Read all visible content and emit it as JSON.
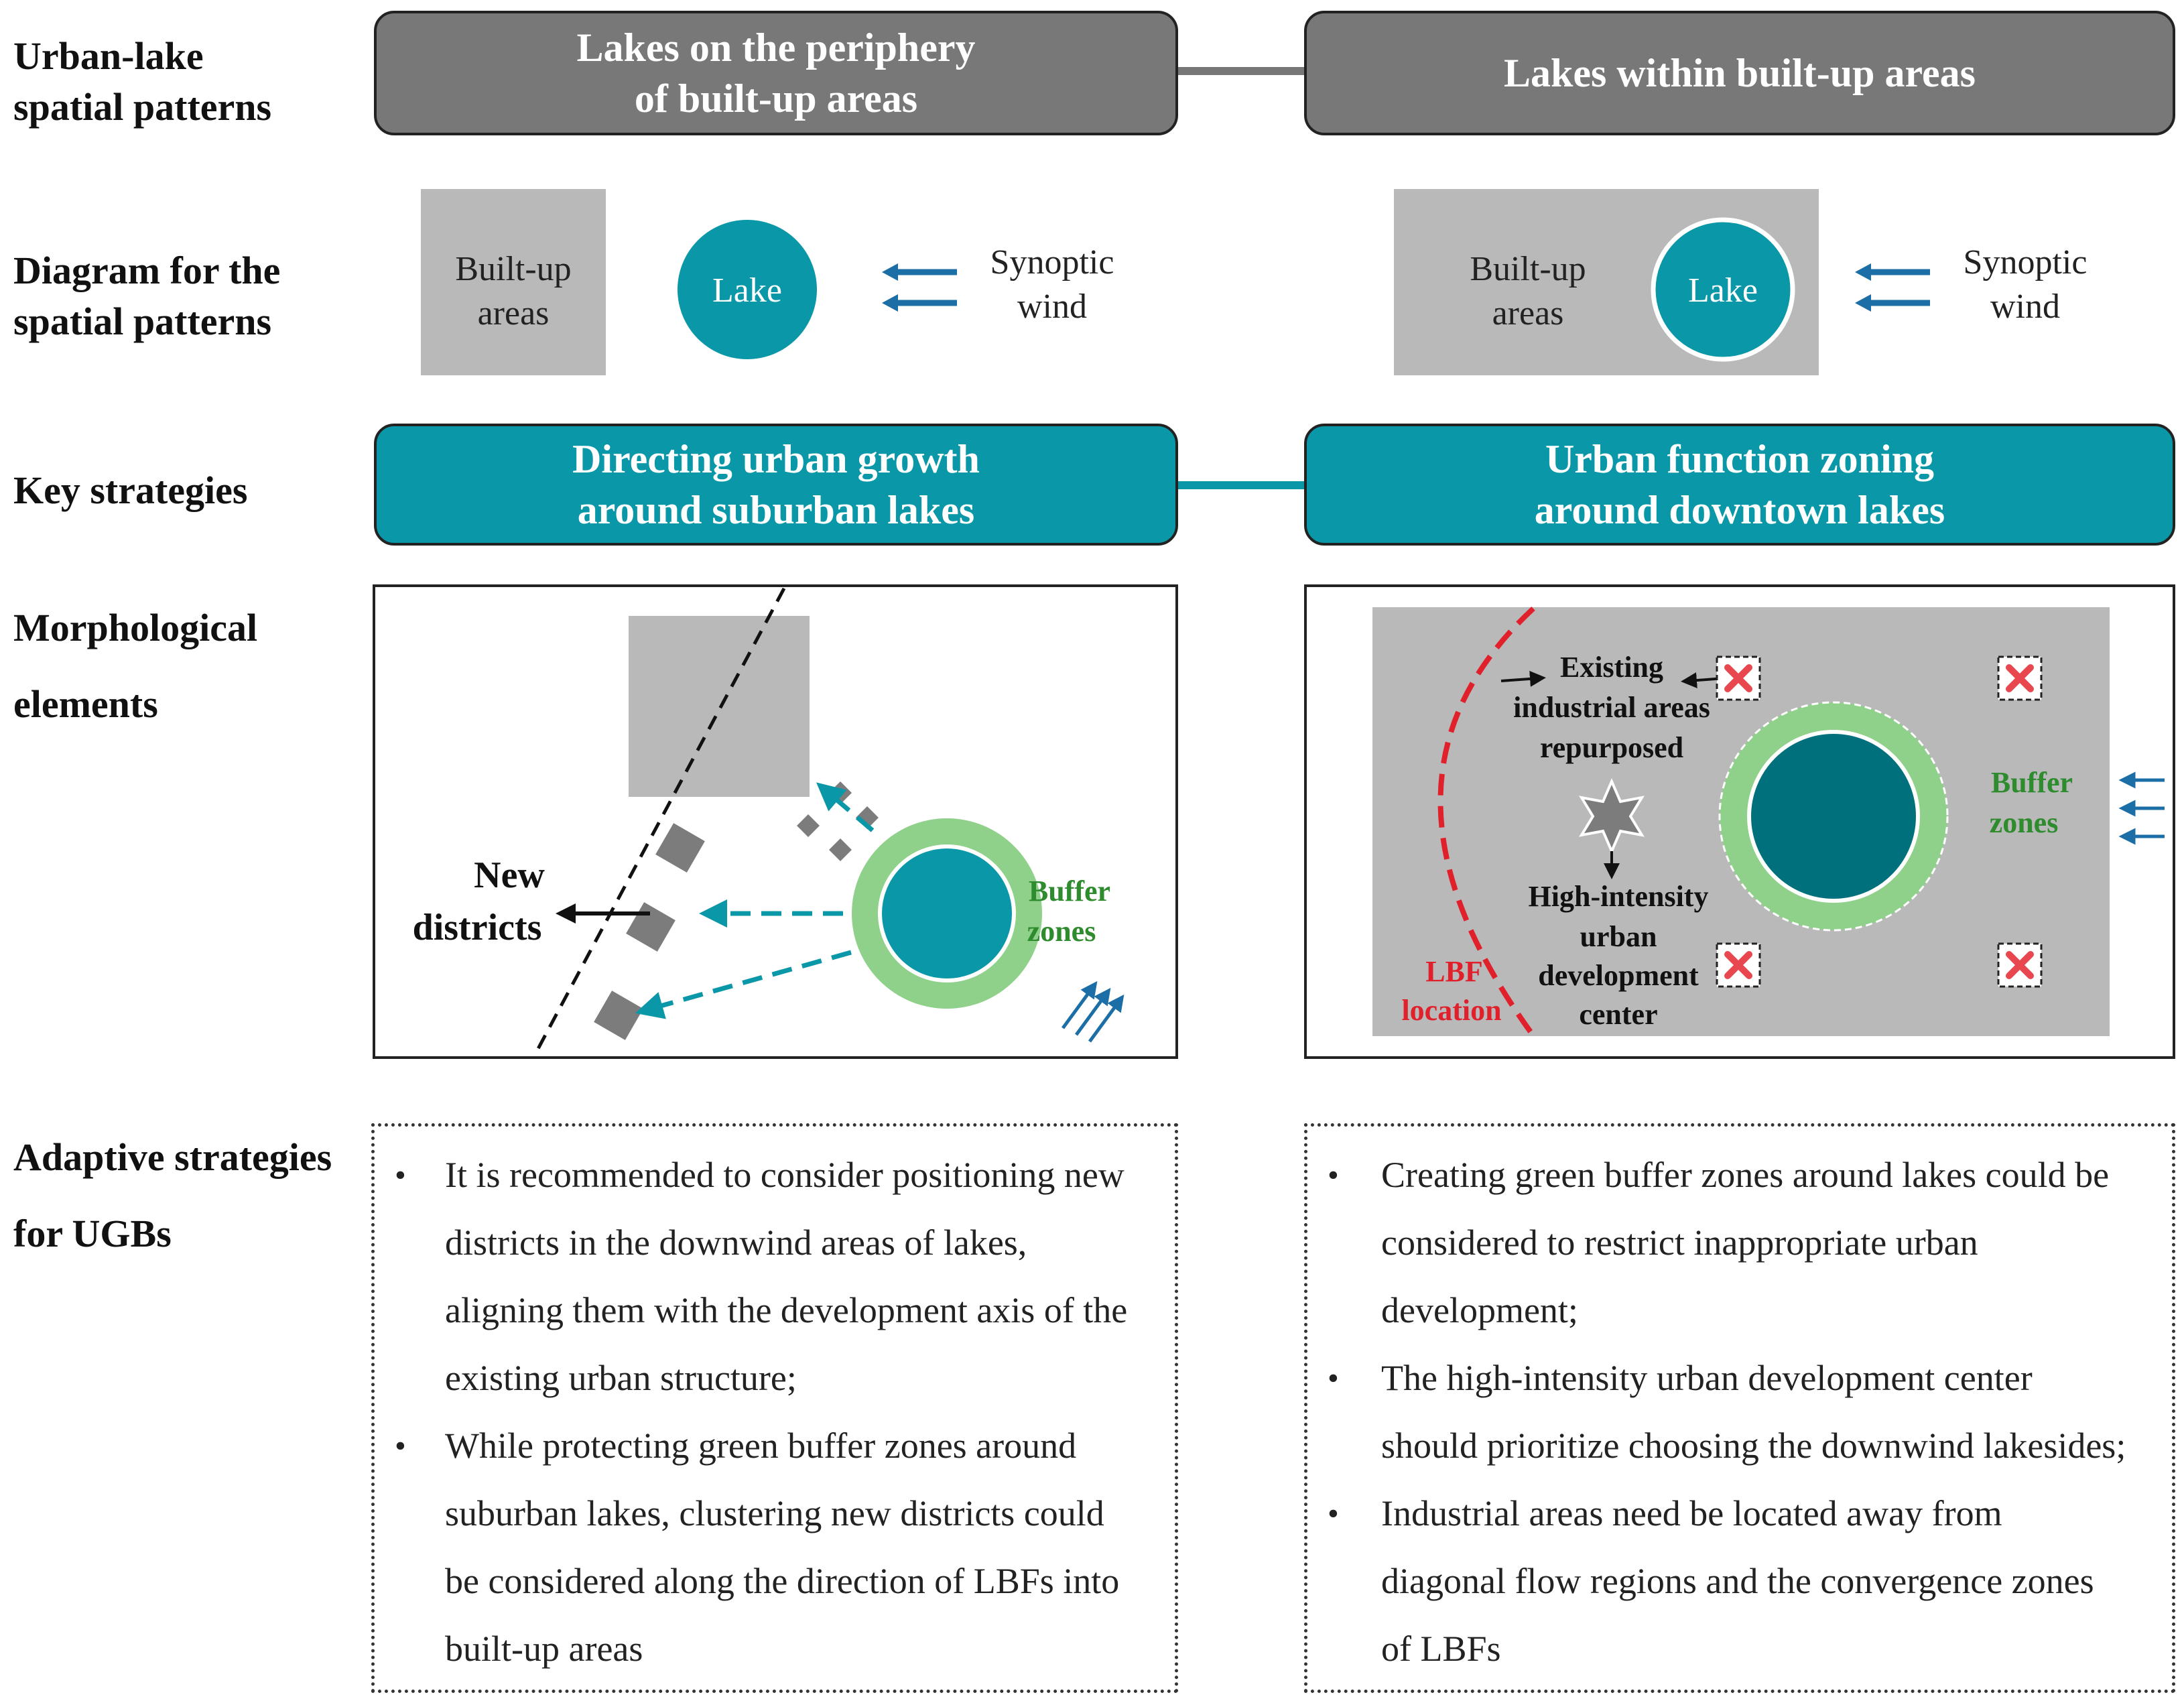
{
  "row_labels": {
    "patterns": [
      "Urban-lake",
      "spatial patterns"
    ],
    "diagram": [
      "Diagram for the",
      "spatial patterns"
    ],
    "strategies": [
      "Key strategies"
    ],
    "morphological": [
      "Morphological",
      "elements"
    ],
    "adaptive": [
      "Adaptive strategies",
      "for UGBs"
    ]
  },
  "patterns": {
    "left": [
      "Lakes on the periphery",
      "of built-up areas"
    ],
    "right": [
      "Lakes within built-up areas"
    ]
  },
  "diagram": {
    "built_up": [
      "Built-up",
      "areas"
    ],
    "lake": "Lake",
    "wind": [
      "Synoptic",
      "wind"
    ]
  },
  "strategies": {
    "left": [
      "Directing urban growth",
      "around suburban lakes"
    ],
    "right": [
      "Urban function zoning",
      "around downtown lakes"
    ]
  },
  "morph_left": {
    "new_districts": [
      "New",
      "districts"
    ],
    "buffer": [
      "Buffer",
      "zones"
    ]
  },
  "morph_right": {
    "existing": [
      "Existing",
      "industrial areas",
      "repurposed"
    ],
    "center": [
      "High-intensity",
      "urban",
      "development",
      "center"
    ],
    "lbf": [
      "LBF",
      "location"
    ],
    "buffer": [
      "Buffer",
      "zones"
    ]
  },
  "adaptive": {
    "left": [
      [
        "It is recommended to consider positioning new",
        "districts in the downwind areas of lakes,",
        "aligning them with the development axis of the",
        "existing urban structure;"
      ],
      [
        "While protecting green buffer zones around",
        "suburban lakes, clustering new districts could",
        "be considered along the direction of LBFs into",
        "built-up areas"
      ]
    ],
    "right": [
      [
        "Creating green buffer zones around lakes could be",
        "considered to restrict inappropriate urban",
        "development;"
      ],
      [
        "The high-intensity urban development center",
        "should prioritize choosing the downwind lakesides;"
      ],
      [
        "Industrial areas need be located away from",
        "diagonal flow regions and the convergence zones",
        "of LBFs"
      ]
    ]
  },
  "colors": {
    "teal": "#0a97a8",
    "dark_teal": "#00707c",
    "gray_header": "#787878",
    "built_up_gray": "#b9b9b9",
    "buffer_green": "#8fd18a",
    "buffer_text": "#2e8b2e",
    "wind_blue": "#1b6fa6",
    "lbf_red": "#e0202a",
    "cross_red": "#e8474f"
  }
}
